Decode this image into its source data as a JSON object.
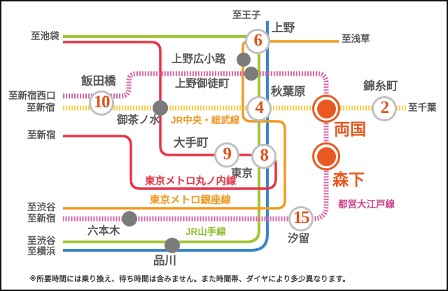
{
  "map": {
    "terminals": {
      "ikebukuro": "至池袋",
      "oji": "至王子",
      "asakusa": "至浅草",
      "shinjuku_west": "至新宿西口",
      "shinjuku_chuo_sobu": "至新宿",
      "shinjuku_marunouchi": "至新宿",
      "chiba": "至千葉",
      "shibuya_ginza": "至渋谷",
      "shinjuku_oedo": "至新宿",
      "shibuya_yamanote": "至渋谷",
      "yokohama": "至横浜"
    },
    "stations": {
      "ueno": "上野",
      "ueno_hirokoji": "上野広小路",
      "ueno_okachimachi": "上野御徒町",
      "iidabashi": "飯田橋",
      "ochanomizu": "御茶ノ水",
      "akihabara": "秋葉原",
      "kinshicho": "錦糸町",
      "otemachi": "大手町",
      "tokyo": "東京",
      "roppongi": "六本木",
      "shinagawa": "品川",
      "shiodome": "汐留"
    },
    "highlight_stations": {
      "ryogoku": "両国",
      "morishita": "森下"
    },
    "travel_times": {
      "ueno": "6",
      "akihabara": "4",
      "iidabashi": "10",
      "otemachi": "9",
      "tokyo": "8",
      "kinshicho": "2",
      "shiodome": "15"
    },
    "line_labels": {
      "chuo_sobu": "JR中央・総武線",
      "marunouchi": "東京メトロ丸ノ内線",
      "ginza": "東京メトロ銀座線",
      "yamanote": "JR山手線",
      "oedo": "都営大江戸線"
    },
    "colors": {
      "chuo_sobu": "#f8d04f",
      "marunouchi": "#e73445",
      "ginza": "#f19a1f",
      "yamanote": "#a0c635",
      "keihin_tohoku": "#3a86c8",
      "oedo": "#dc63a5",
      "highlight": "#e8581f",
      "station_dot": "#7b7b7b",
      "station_text": "#595757"
    },
    "footnote": "※所要時間には乗り換え、待ち時間は含みません。また時間帯、ダイヤにより多少異なります。"
  }
}
